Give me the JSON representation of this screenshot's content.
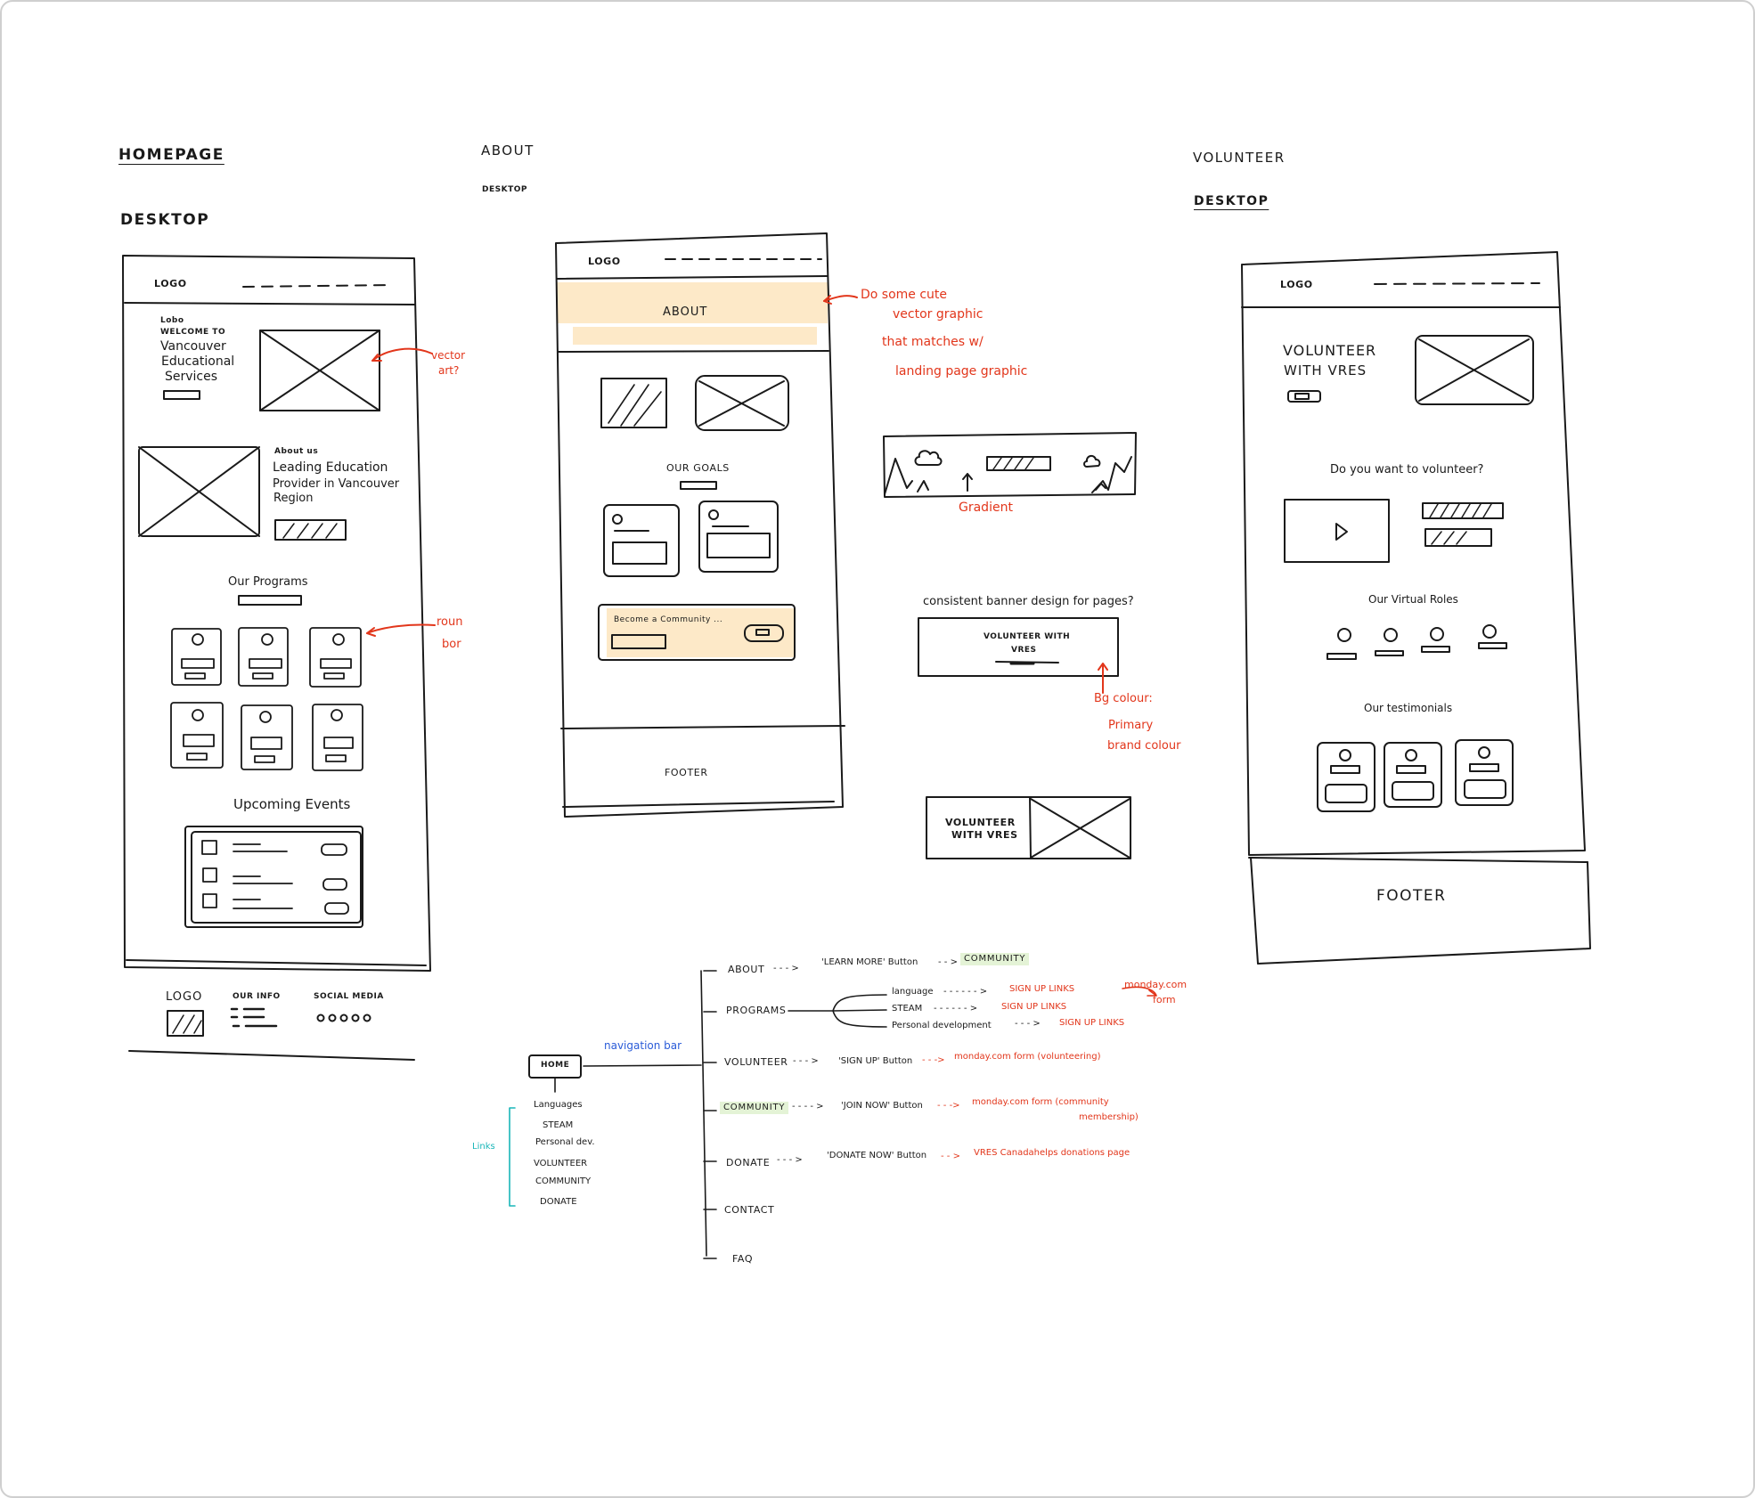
{
  "homepage": {
    "heading": "HOMEPAGE",
    "subheading": "DESKTOP",
    "logo": "LOGO",
    "hero_small": "Lobo",
    "hero_welcome": "WELCOME TO",
    "hero_name_1": "Vancouver",
    "hero_name_2": "Educational",
    "hero_name_3": "Services",
    "about_small": "About us",
    "about_line_1": "Leading Education",
    "about_line_2": "Provider in Vancouver",
    "about_line_3": "Region",
    "programs_title": "Our Programs",
    "events_title": "Upcoming Events",
    "footer_logo": "LOGO",
    "footer_info": "OUR INFO",
    "footer_social": "SOCIAL MEDIA",
    "note_vector_1": "vector",
    "note_vector_2": "art?",
    "note_round_1": "roun",
    "note_round_2": "bor"
  },
  "about": {
    "heading": "ABOUT",
    "subheading": "DESKTOP",
    "logo": "LOGO",
    "banner": "ABOUT",
    "goals": "OUR GOALS",
    "community": "Become a Community ...",
    "footer": "FOOTER",
    "note_1": "Do some cute",
    "note_2": "vector graphic",
    "note_3": "that matches w/",
    "note_4": "landing page graphic"
  },
  "middle": {
    "gradient_label": "Gradient",
    "banner_question": "consistent banner design for pages?",
    "banner_text_1": "VOLUNTEER WITH",
    "banner_text_2": "VRES",
    "bg_note_1": "Bg colour:",
    "bg_note_2": "Primary",
    "bg_note_3": "brand colour",
    "split_banner_1": "VOLUNTEER",
    "split_banner_2": "WITH VRES"
  },
  "volunteer": {
    "heading": "VOLUNTEER",
    "subheading": "DESKTOP",
    "logo": "LOGO",
    "hero_1": "VOLUNTEER",
    "hero_2": "WITH VRES",
    "question": "Do you want to volunteer?",
    "roles_title": "Our Virtual Roles",
    "testimonials_title": "Our testimonials",
    "footer": "FOOTER"
  },
  "sitemap": {
    "home": "HOME",
    "nav_label": "navigation bar",
    "links_label": "Links",
    "links": [
      "Languages",
      "STEAM",
      "Personal dev.",
      "VOLUNTEER",
      "COMMUNITY",
      "DONATE"
    ],
    "about": {
      "label": "ABOUT",
      "action": "'LEARN MORE' Button",
      "target": "COMMUNITY"
    },
    "programs": {
      "label": "PROGRAMS",
      "subs": [
        {
          "label": "language",
          "target": "SIGN UP LINKS"
        },
        {
          "label": "STEAM",
          "target": "SIGN UP LINKS"
        },
        {
          "label": "Personal development",
          "target": "SIGN UP LINKS"
        }
      ],
      "monday_1": "monday.com",
      "monday_2": "form"
    },
    "volunteer": {
      "label": "VOLUNTEER",
      "action": "'SIGN UP' Button",
      "target": "monday.com form (volunteering)"
    },
    "community": {
      "label": "COMMUNITY",
      "action": "'JOIN NOW' Button",
      "target_1": "monday.com form (community",
      "target_2": "membership)"
    },
    "donate": {
      "label": "DONATE",
      "action": "'DONATE NOW' Button",
      "target": "VRES Canadahelps donations page"
    },
    "contact": {
      "label": "CONTACT"
    },
    "faq": {
      "label": "FAQ"
    }
  },
  "colors": {
    "ink": "#1a1a1a",
    "note_red": "#e2361b",
    "note_blue": "#2a5bd8",
    "links_teal": "#19b6b8",
    "highlight_orange": "#fde9c8",
    "highlight_green": "#e4f3d6"
  }
}
